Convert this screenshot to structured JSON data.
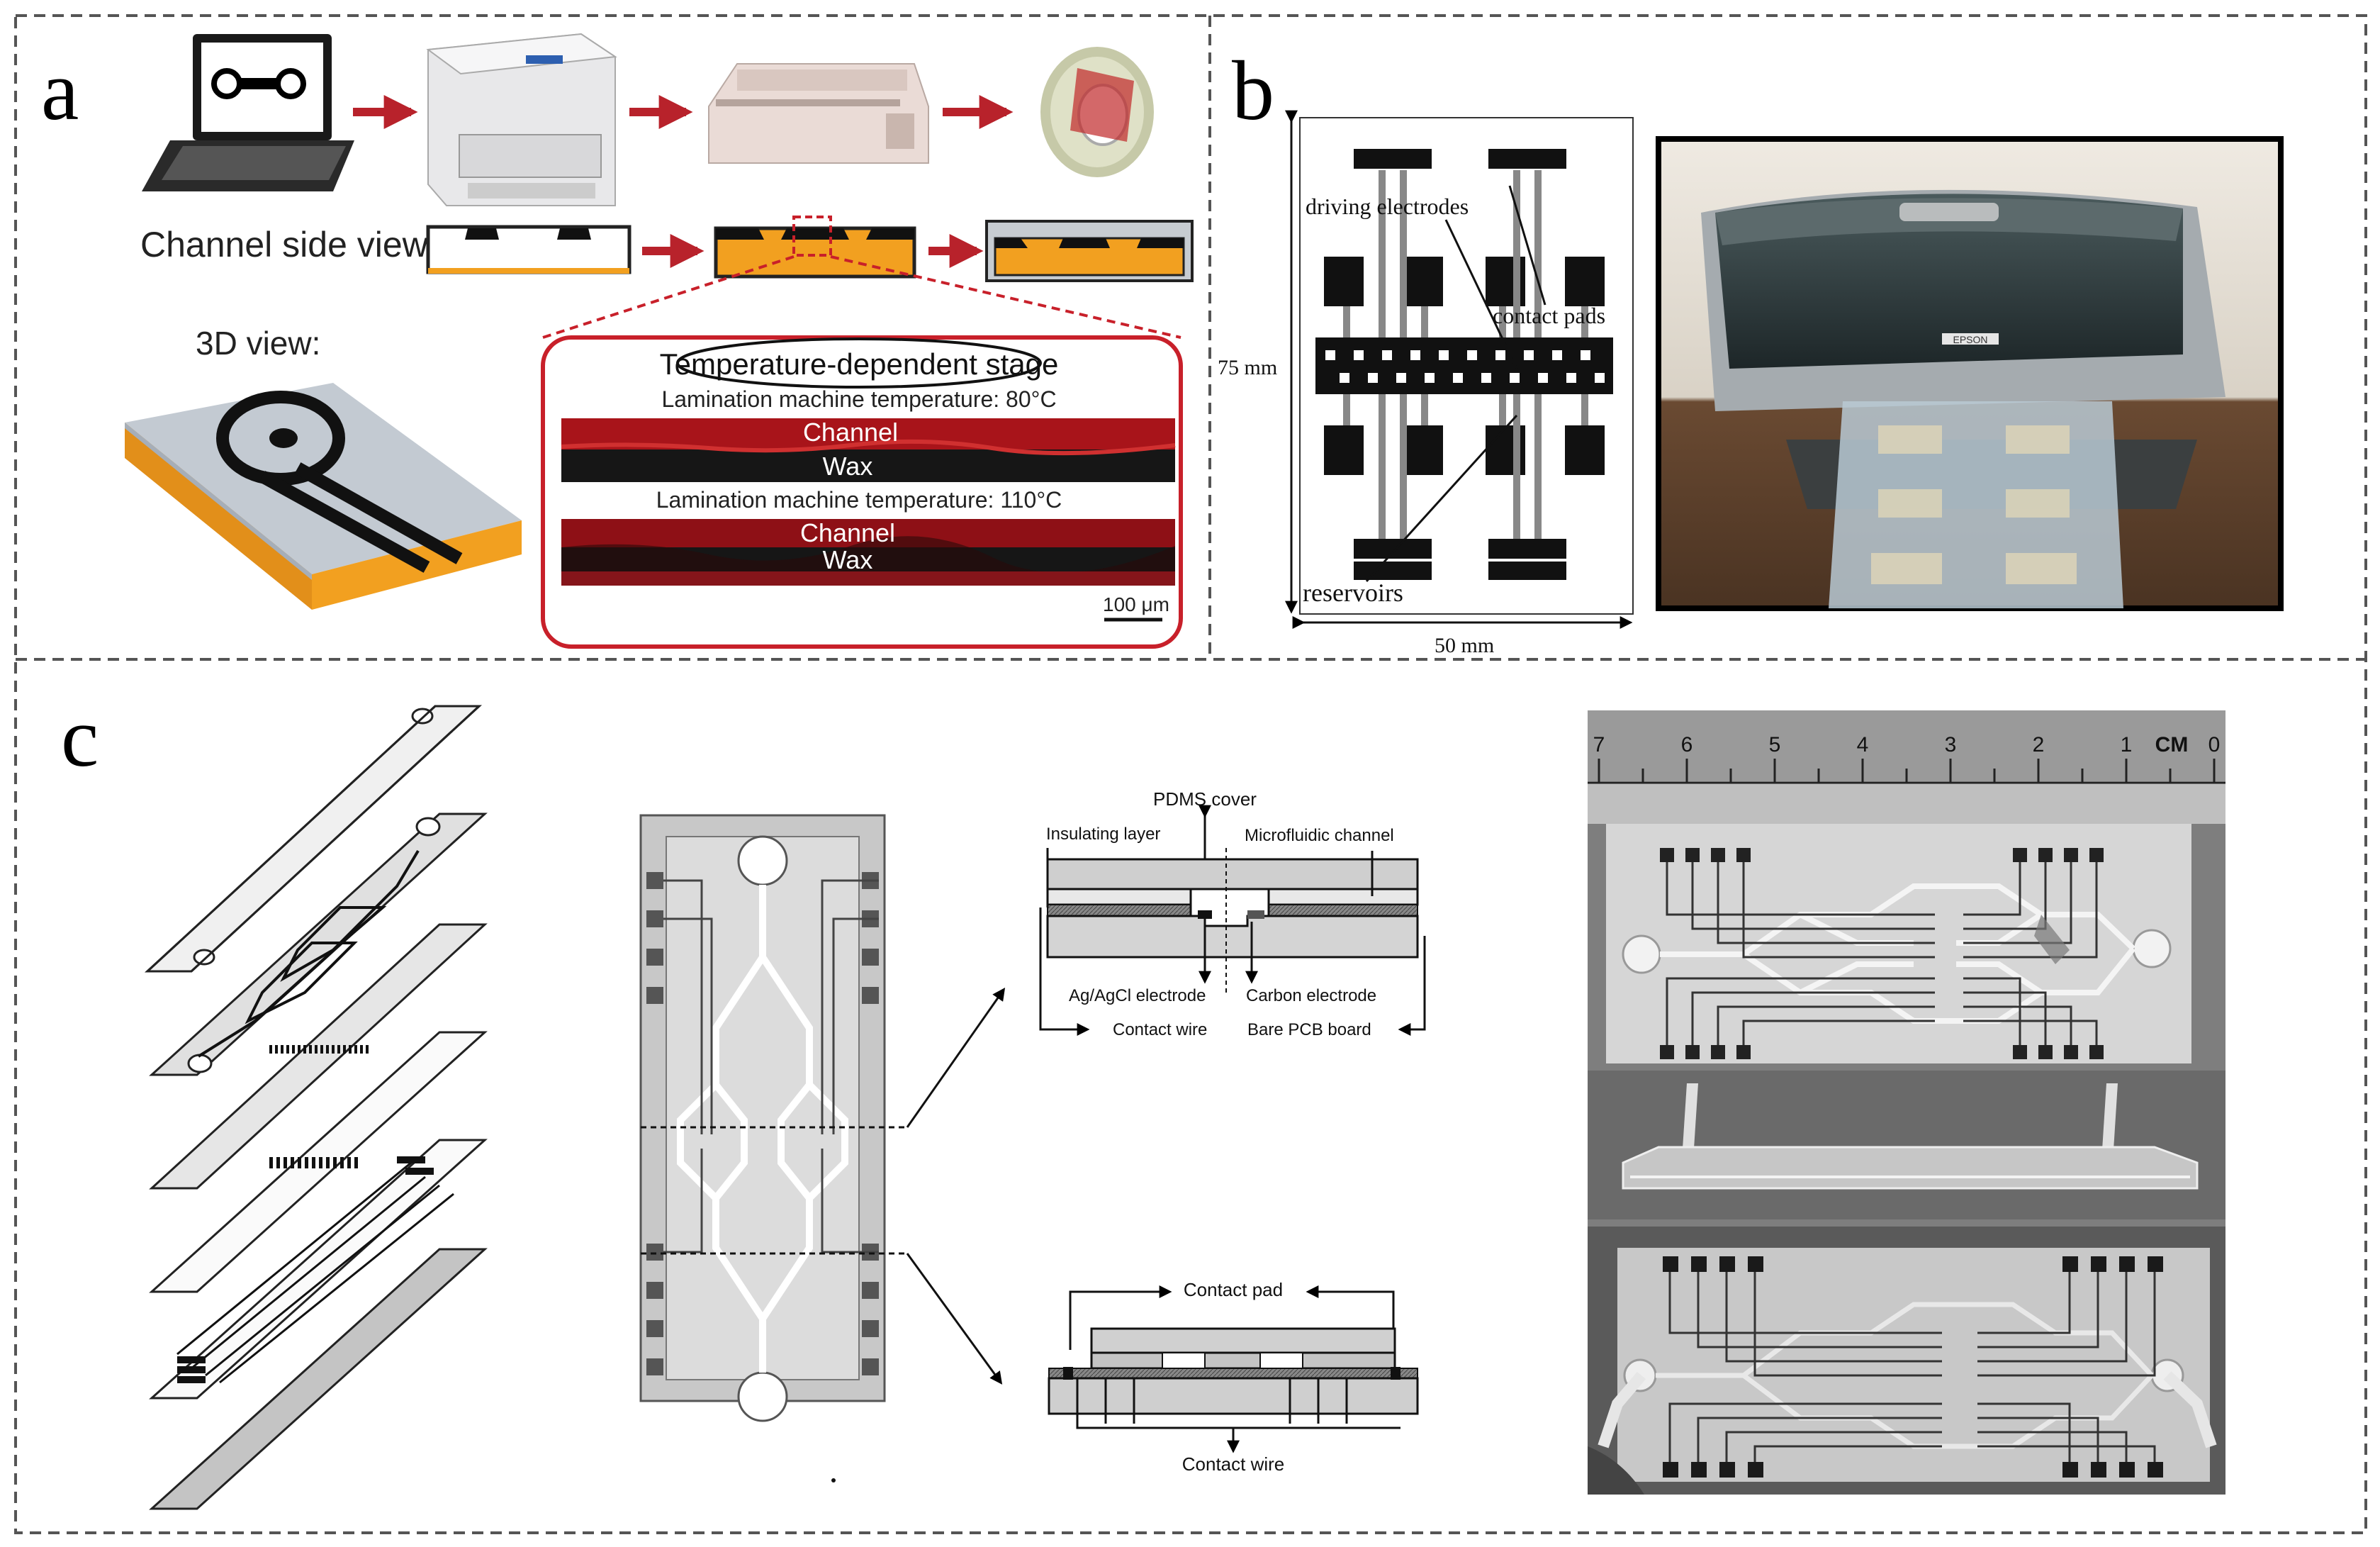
{
  "panel_a": {
    "letter": "a",
    "side_view_label": "Channel side view:",
    "view_3d_label": "3D view:",
    "stage_title": "Temperature-dependent stage",
    "temp1": "Lamination machine temperature: 80°C",
    "temp2": "Lamination machine temperature: 110°C",
    "channel": "Channel",
    "wax": "Wax",
    "scale": "100 μm"
  },
  "panel_b": {
    "letter": "b",
    "driving": "driving electrodes",
    "contact": "contact pads",
    "reservoirs": "reservoirs",
    "height": "75 mm",
    "width": "50 mm",
    "printer_brand": "EPSON"
  },
  "panel_c": {
    "letter": "c",
    "pdms": "PDMS cover",
    "insulating": "Insulating layer",
    "microfluidic": "Microfluidic channel",
    "agagcl": "Ag/AgCl electrode",
    "carbon": "Carbon electrode",
    "contact_wire_1": "Contact wire",
    "pcb": "Bare PCB board",
    "contact_pad": "Contact pad",
    "contact_wire_2": "Contact wire",
    "ruler_unit": "CM",
    "ruler_numbers": [
      "0",
      "1",
      "2",
      "3",
      "4",
      "5",
      "6",
      "7"
    ]
  },
  "colors": {
    "arrow_red": "#b8222b",
    "wax_orange": "#f2a020",
    "stage_border": "#c8202a",
    "dashed": "#555555"
  }
}
